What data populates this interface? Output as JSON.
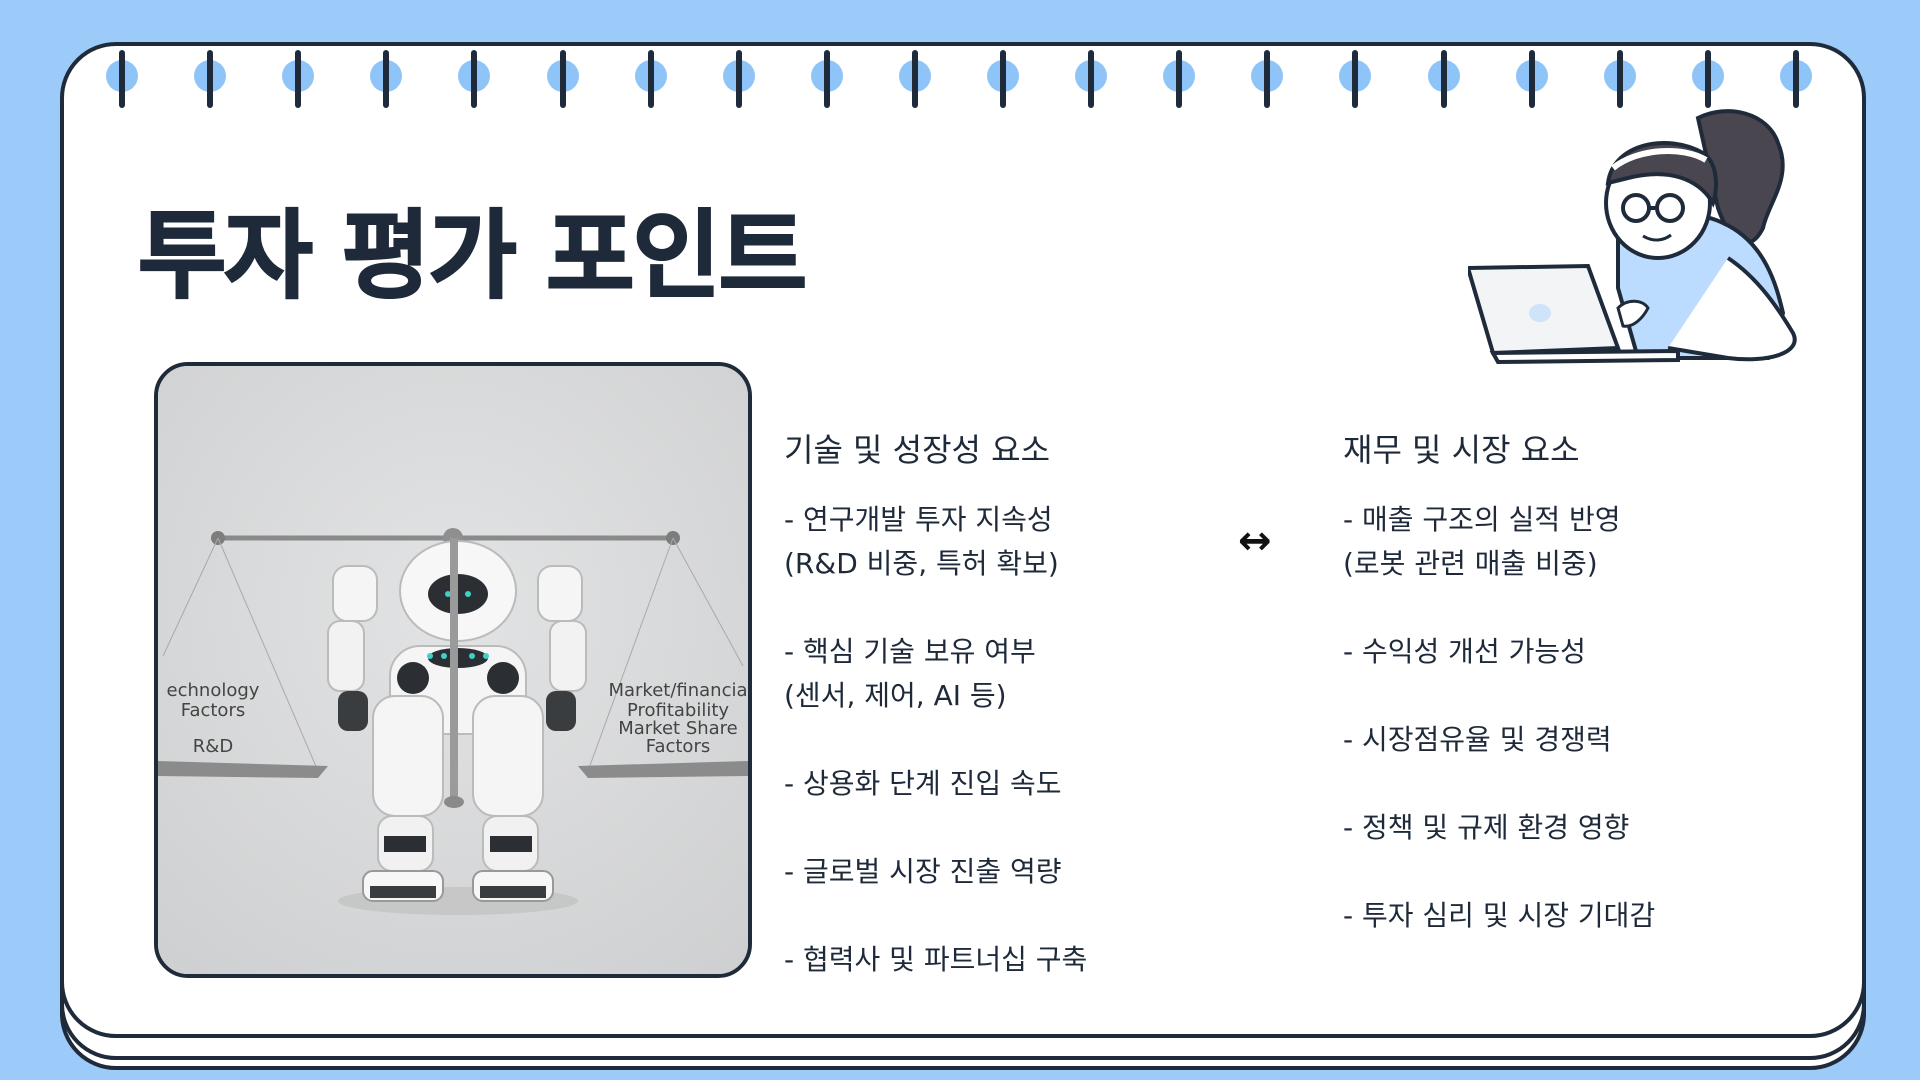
{
  "slide": {
    "title": "투자 평가 포인트"
  },
  "image": {
    "left_label_lines": [
      "echnology",
      "Factors",
      "R&D"
    ],
    "right_label_lines": [
      "Market/financia",
      "Profitability",
      "Market Share",
      "Factors"
    ]
  },
  "left_column": {
    "heading": "기술 및 성장성 요소",
    "items": [
      "- 연구개발 투자 지속성\n(R&D 비중, 특허 확보)",
      "- 핵심 기술 보유 여부\n(센서, 제어, AI 등)",
      "- 상용화 단계 진입 속도",
      "- 글로벌 시장 진출 역량",
      "- 협력사 및 파트너십 구축"
    ]
  },
  "connector": {
    "symbol": "↔"
  },
  "right_column": {
    "heading": "재무 및 시장 요소",
    "items": [
      "- 매출 구조의 실적 반영\n(로봇 관련 매출 비중)",
      "- 수익성 개선 가능성",
      "- 시장점유율 및 경쟁력",
      "- 정책 및 규제 환경 영향",
      "- 투자 심리 및 시장 기대감"
    ]
  },
  "colors": {
    "background": "#9ccaf9",
    "page": "#ffffff",
    "ink": "#1e2a3a",
    "ring_hole": "#8fc4f8",
    "accent_light_blue": "#bcdcff"
  }
}
